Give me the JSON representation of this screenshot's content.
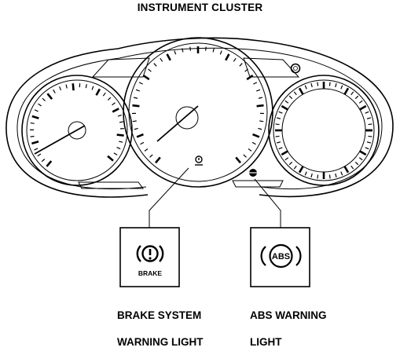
{
  "title": "INSTRUMENT CLUSTER",
  "icons": {
    "brake_warning": {
      "icon": "brake-system-warning-icon",
      "symbol": "(!)",
      "sublabel": "BRAKE"
    },
    "abs_warning": {
      "icon": "abs-warning-icon",
      "symbol": "ABS"
    }
  },
  "callouts": {
    "brake_system": {
      "label_line1": "BRAKE SYSTEM",
      "label_line2": "WARNING LIGHT"
    },
    "abs": {
      "label_line1": "ABS WARNING",
      "label_line2": "LIGHT"
    }
  },
  "colors": {
    "ink": "#000000",
    "background": "#ffffff"
  }
}
